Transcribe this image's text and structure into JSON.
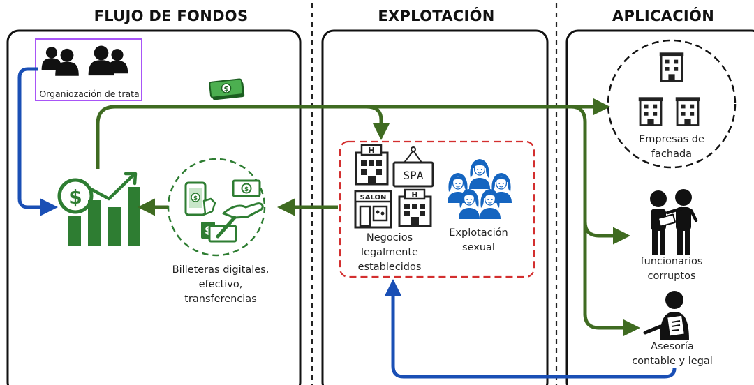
{
  "sections": {
    "left": {
      "title": "FLUJO DE FONDOS"
    },
    "middle": {
      "title": "EXPLOTACIÓN"
    },
    "right": {
      "title": "APLICACIÓN"
    }
  },
  "nodes": {
    "trafficking_org": {
      "label": "Organiozación de trata"
    },
    "funds_methods": {
      "label_lines": [
        "Billeteras digitales,",
        "efectivo,",
        "transferencias"
      ]
    },
    "legal_business": {
      "label_lines": [
        "Negocios",
        "legalmente",
        "establecidos"
      ]
    },
    "sexual_exploitation": {
      "label_lines": [
        "Explotación",
        "sexual"
      ]
    },
    "front_companies": {
      "label_lines": [
        "Empresas de",
        "fachada"
      ]
    },
    "corrupt_officials": {
      "label_lines": [
        "funcionarios",
        "corruptos"
      ]
    },
    "advisory": {
      "label_lines": [
        "Asesoría",
        "contable y legal"
      ]
    }
  },
  "icon_text": {
    "spa_sign": "SPA",
    "salon_sign": "SALON",
    "hotel_letter": "H"
  },
  "colors": {
    "green_arrow": "#3f6b21",
    "blue_arrow": "#1a4fb5",
    "money_green": "#2e7d32",
    "dashed_red": "#d32f2f",
    "woman_blue": "#1565c0",
    "purple_frame": "#a855f7"
  }
}
